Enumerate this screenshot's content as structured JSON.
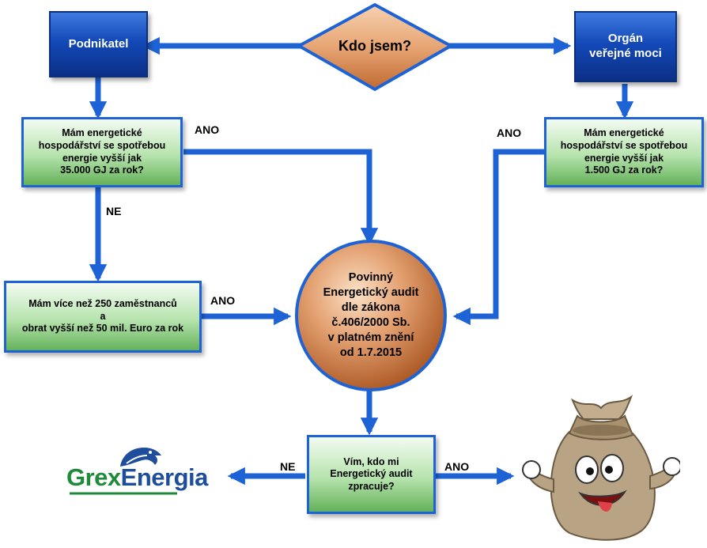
{
  "colors": {
    "arrow": "#1e63d6",
    "copper_light": "#f7d3b0",
    "copper_dark": "#b8612a",
    "logo_green": "#1f8a3a",
    "logo_blue": "#1d4d9b"
  },
  "question": {
    "text": "Kdo jsem?"
  },
  "roles": {
    "entrepreneur": "Podnikatel",
    "authority": "Orgán\nveřejné moci"
  },
  "boxes": {
    "entrepreneur_energy": "Mám energetické\nhospodářství se spotřebou\nenergie vyšší jak\n35.000 GJ za rok?",
    "authority_energy": "Mám energetické\nhospodářství se spotřebou\nenergie vyšší jak\n1.500 GJ za rok?",
    "employees": "Mám více než 250 zaměstnanců\na\nobrat vyšší než 50 mil. Euro za rok",
    "know_who": "Vím, kdo mi\nEnergetický audit\nzpracuje?"
  },
  "result": {
    "text": "Povinný\nEnergetický audit\ndle zákona\nč.406/2000 Sb.\nv platném znění\nod 1.7.2015"
  },
  "labels": {
    "ano_1": "ANO",
    "ano_2": "ANO",
    "ano_3": "ANO",
    "ano_4": "ANO",
    "ne_1": "NE",
    "ne_2": "NE"
  },
  "logo": {
    "part1": "Grex",
    "part2": "Energia",
    "icon": "eagle-head-icon"
  },
  "mascot": {
    "icon": "money-bag-mascot-icon"
  }
}
